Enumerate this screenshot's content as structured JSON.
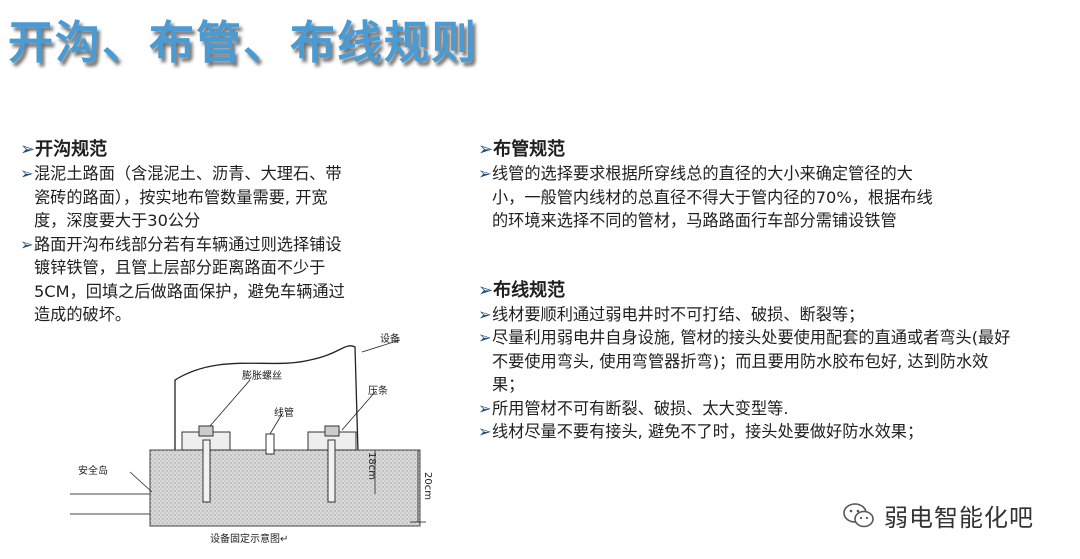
{
  "title": "开沟、布管、布线规则",
  "left": {
    "heading": "开沟规范",
    "items": [
      "混泥土路面（含混泥土、沥青、大理石、带瓷砖的路面），按实地布管数量需要, 开宽度，深度要大于30公分",
      "路面开沟布线部分若有车辆通过则选择铺设镀锌铁管，且管上层部分距离路面不少于5CM，回填之后做路面保护，避免车辆通过造成的破坏。"
    ]
  },
  "right": {
    "pipe_heading": "布管规范",
    "pipe_items": [
      "线管的选择要求根据所穿线总的直径的大小来确定管径的大小，一般管内线材的总直径不得大于管内径的70%，根据布线的环境来选择不同的管材，马路路面行车部分需铺设铁管"
    ],
    "wire_heading": "布线规范",
    "wire_items": [
      "线材要顺利通过弱电井时不可打结、破损、断裂等；",
      "尽量利用弱电井自身设施, 管材的接头处要使用配套的直通或者弯头(最好不要使用弯头, 使用弯管器折弯)；而且要用防水胶布包好, 达到防水效果；",
      "所用管材不可有断裂、破损、太大变型等.",
      "线材尽量不要有接头, 避免不了时，接头处要做好防水效果；"
    ]
  },
  "figure": {
    "label_equipment": "设备",
    "label_bolt": "膨胀螺丝",
    "label_bar": "压条",
    "label_pipe": "线管",
    "label_island": "安全岛",
    "label_18cm": "18cm",
    "label_20cm": "20cm",
    "caption": "设备固定示意图↵"
  },
  "watermark": {
    "text": "弱电智能化吧",
    "icon": "wechat-icon"
  }
}
